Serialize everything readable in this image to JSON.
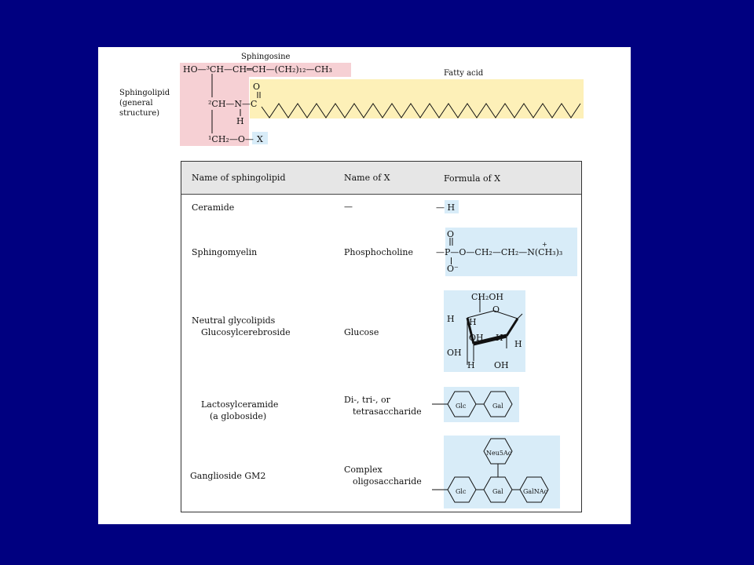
{
  "structure": {
    "sphingosine_label": "Sphingosine",
    "fatty_acid_label": "Fatty acid",
    "sphingolipid_label": [
      "Sphingolipid",
      "(general",
      "structure)"
    ],
    "row1_formula": "HO—³CH—CH═CH—(CH₂)₁₂—CH₃",
    "row2_formula": "²CH—N—C",
    "carbonyl_o": "O",
    "nh_h": "H",
    "row3_formula": "¹CH₂—O—",
    "x_label": "X"
  },
  "table": {
    "headers": [
      "Name of sphingolipid",
      "Name of X",
      "Formula of X"
    ],
    "rows": [
      {
        "name": "Ceramide",
        "x_name": "—",
        "x_formula": "— H"
      },
      {
        "name": "Sphingomyelin",
        "x_name": "Phosphocholine",
        "x_formula": "—P—O—CH₂—CH₂—N(CH₃)₃"
      },
      {
        "name": [
          "Neutral glycolipids",
          "Glucosylcerebroside"
        ],
        "x_name": "Glucose"
      },
      {
        "name": [
          "Lactosylceramide",
          "(a globoside)"
        ],
        "x_name": [
          "Di-, tri-, or",
          "tetrasaccharide"
        ]
      },
      {
        "name": "Ganglioside GM2",
        "x_name": [
          "Complex",
          "oligosaccharide"
        ]
      }
    ]
  },
  "phosphocholine": {
    "top_o": "O",
    "bottom_o": "O⁻",
    "plus": "+",
    "formula": "—P—O—CH₂—CH₂—N(CH₃)₃"
  },
  "glucose": {
    "ch2oh": "CH₂OH",
    "ring_o": "O",
    "labels": [
      "H",
      "H",
      "OH",
      "H",
      "H",
      "OH",
      "H",
      "OH"
    ]
  },
  "sugars": {
    "glc": "Glc",
    "gal": "Gal",
    "neu5ac": "Neu5Ac",
    "galnac": "GalNAc"
  }
}
